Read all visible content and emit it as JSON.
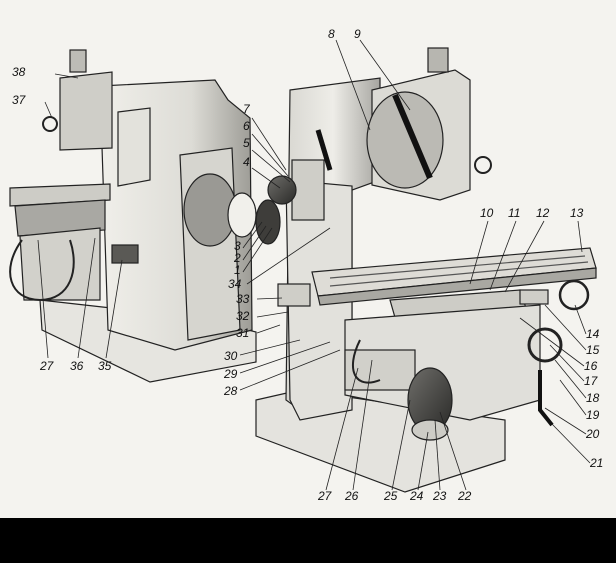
{
  "labels": {
    "n1": "1",
    "n2": "2",
    "n3": "3",
    "n4": "4",
    "n5": "5",
    "n6": "6",
    "n7": "7",
    "n8": "8",
    "n9": "9",
    "n10": "10",
    "n11": "11",
    "n12": "12",
    "n13": "13",
    "n14": "14",
    "n15": "15",
    "n16": "16",
    "n17": "17",
    "n18": "18",
    "n19": "19",
    "n20": "20",
    "n21": "21",
    "n22": "22",
    "n23": "23",
    "n24": "24",
    "n25": "25",
    "n26": "26",
    "n27a": "27",
    "n27b": "27",
    "n28": "28",
    "n29": "29",
    "n30": "30",
    "n31": "31",
    "n32": "32",
    "n33": "33",
    "n34": "34",
    "n35": "35",
    "n36": "36",
    "n37": "37",
    "n38": "38"
  },
  "colors": {
    "paper": "#f4f3ef",
    "metal_light": "#e9e8e3",
    "metal_mid": "#c9c8c2",
    "metal_dark": "#8b8a85",
    "ink": "#111111"
  }
}
